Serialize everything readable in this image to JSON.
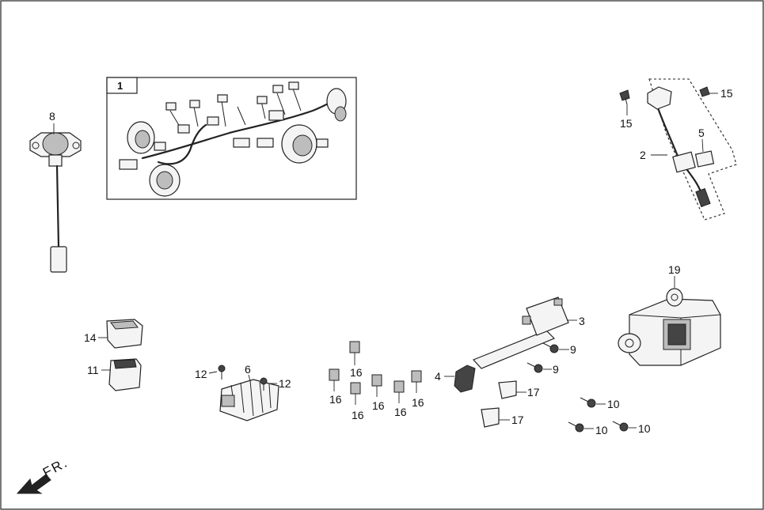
{
  "diagram": {
    "inset_label": "1",
    "front_marker": "FR.",
    "callouts": {
      "c2": "2",
      "c3": "3",
      "c4": "4",
      "c5": "5",
      "c6": "6",
      "c8": "8",
      "c9a": "9",
      "c9b": "9",
      "c10a": "10",
      "c10b": "10",
      "c10c": "10",
      "c11": "11",
      "c12a": "12",
      "c12b": "12",
      "c14": "14",
      "c15a": "15",
      "c15b": "15",
      "c16a": "16",
      "c16b": "16",
      "c16c": "16",
      "c16d": "16",
      "c16e": "16",
      "c16f": "16",
      "c17a": "17",
      "c17b": "17",
      "c19": "19"
    }
  }
}
